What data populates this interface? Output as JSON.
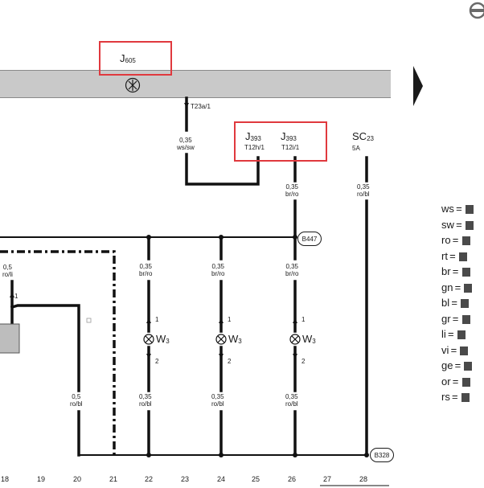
{
  "components": {
    "j605": {
      "name": "J",
      "sub": "605"
    },
    "j393a": {
      "name": "J",
      "sub": "393",
      "pin": "T12h/1"
    },
    "j393b": {
      "name": "J",
      "sub": "393",
      "pin": "T12i/1"
    },
    "sc23": {
      "name": "SC",
      "sub": "23",
      "rating": "5A"
    }
  },
  "connectors": {
    "t23a": "T23a/1",
    "b447": "B447",
    "b328": "B328"
  },
  "wires": {
    "t23a_wire": {
      "size": "0,35",
      "color": "ws/sw"
    },
    "j393b_wire": {
      "size": "0,35",
      "color": "br/ro"
    },
    "sc23_wire": {
      "size": "0,35",
      "color": "ro/bl"
    },
    "col18_wire": {
      "size": "0,5",
      "color": "ro/li"
    },
    "col20_wire": {
      "size": "0,5",
      "color": "ro/bl"
    },
    "col22_top": {
      "size": "0,35",
      "color": "br/ro"
    },
    "col24_top": {
      "size": "0,35",
      "color": "br/ro"
    },
    "col26_top": {
      "size": "0,35",
      "color": "br/ro"
    },
    "col22_bot": {
      "size": "0,35",
      "color": "ro/bl"
    },
    "col24_bot": {
      "size": "0,35",
      "color": "ro/bl"
    },
    "col26_bot": {
      "size": "0,35",
      "color": "ro/bl"
    }
  },
  "lamps": {
    "name": "W",
    "sub": "3",
    "pin_top": "1",
    "pin_bottom": "2"
  },
  "columns": [
    "18",
    "19",
    "20",
    "21",
    "22",
    "23",
    "24",
    "25",
    "26",
    "27",
    "28"
  ],
  "legend": [
    {
      "code": "ws"
    },
    {
      "code": "sw"
    },
    {
      "code": "ro"
    },
    {
      "code": "rt"
    },
    {
      "code": "br"
    },
    {
      "code": "gn"
    },
    {
      "code": "bl"
    },
    {
      "code": "gr"
    },
    {
      "code": "li"
    },
    {
      "code": "vi"
    },
    {
      "code": "ge"
    },
    {
      "code": "or"
    },
    {
      "code": "rs"
    }
  ]
}
